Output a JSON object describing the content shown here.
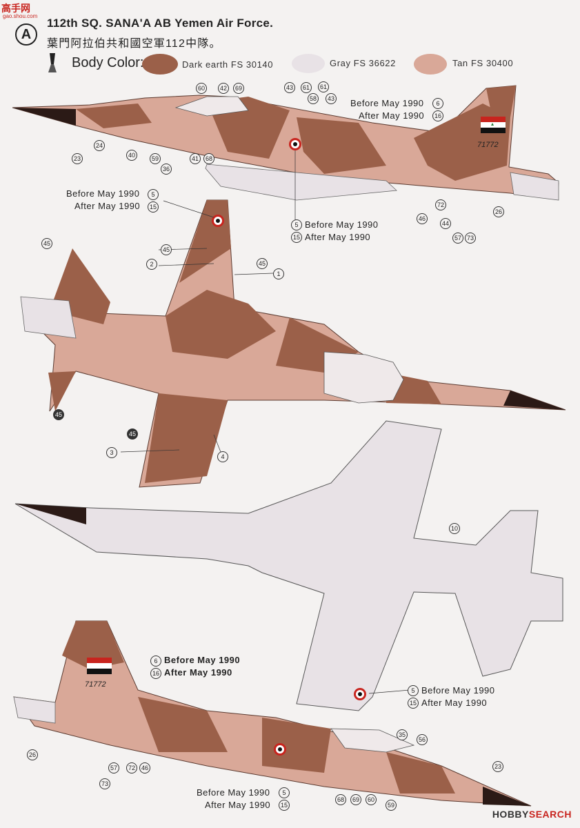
{
  "header": {
    "badge": "A",
    "title": "112th SQ. SANA'A AB Yemen Air Force.",
    "subtitle": "葉門阿拉伯共和國空軍112中隊。",
    "logo": "高手网",
    "logo_url": "gao.shou.com"
  },
  "body_color": {
    "label": "Body Color:",
    "swatches": [
      {
        "name": "Dark earth FS 30140",
        "color": "#9b6049"
      },
      {
        "name": "Gray FS 36622",
        "color": "#e8e2e6"
      },
      {
        "name": "Tan FS 30400",
        "color": "#d9a898"
      }
    ]
  },
  "notes": {
    "before_may_1990": "Before May 1990",
    "after_may_1990": "After May 1990"
  },
  "serial": "71772",
  "callouts": [
    "60",
    "42",
    "69",
    "43",
    "61",
    "58",
    "61",
    "43",
    "6",
    "16",
    "23",
    "24",
    "40",
    "59",
    "36",
    "41",
    "68",
    "5",
    "15",
    "5",
    "15",
    "72",
    "46",
    "44",
    "57",
    "73",
    "26",
    "45",
    "45",
    "45",
    "2",
    "1",
    "45",
    "45",
    "3",
    "4",
    "10",
    "6",
    "16",
    "5",
    "15",
    "26",
    "57",
    "72",
    "46",
    "73",
    "35",
    "56",
    "23",
    "68",
    "69",
    "60",
    "59",
    "5",
    "15"
  ],
  "footer": {
    "brand": "HOBBY",
    "brand_suffix": "SEARCH"
  },
  "colors": {
    "dark_earth": "#9b6049",
    "tan": "#d9a898",
    "gray": "#e8e2e6",
    "yemen_red": "#c8241e"
  }
}
